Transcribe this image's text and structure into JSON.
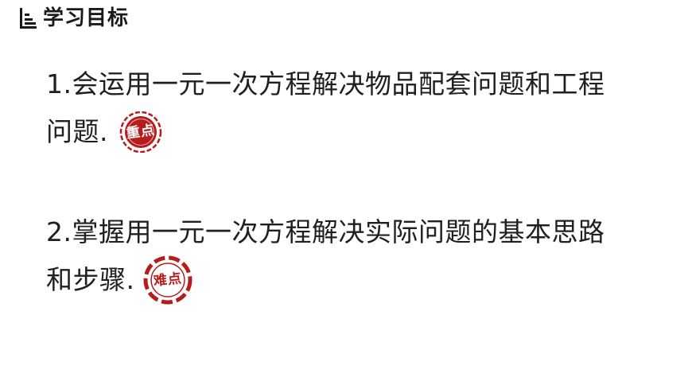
{
  "header": {
    "title": "学习目标",
    "icon": "bar-levels-icon"
  },
  "objectives": [
    {
      "line1": "1.会运用一元一次方程解决物品配套问题和工程",
      "line2": "问题.",
      "badge": {
        "label": "重点",
        "style": "filled-stamp",
        "color": "#b71c1c"
      }
    },
    {
      "line1": "2.掌握用一元一次方程解决实际问题的基本思路",
      "line2": "和步骤.",
      "badge": {
        "label": "难点",
        "style": "dashed-ring-stamp",
        "color": "#b71c1c"
      }
    }
  ]
}
